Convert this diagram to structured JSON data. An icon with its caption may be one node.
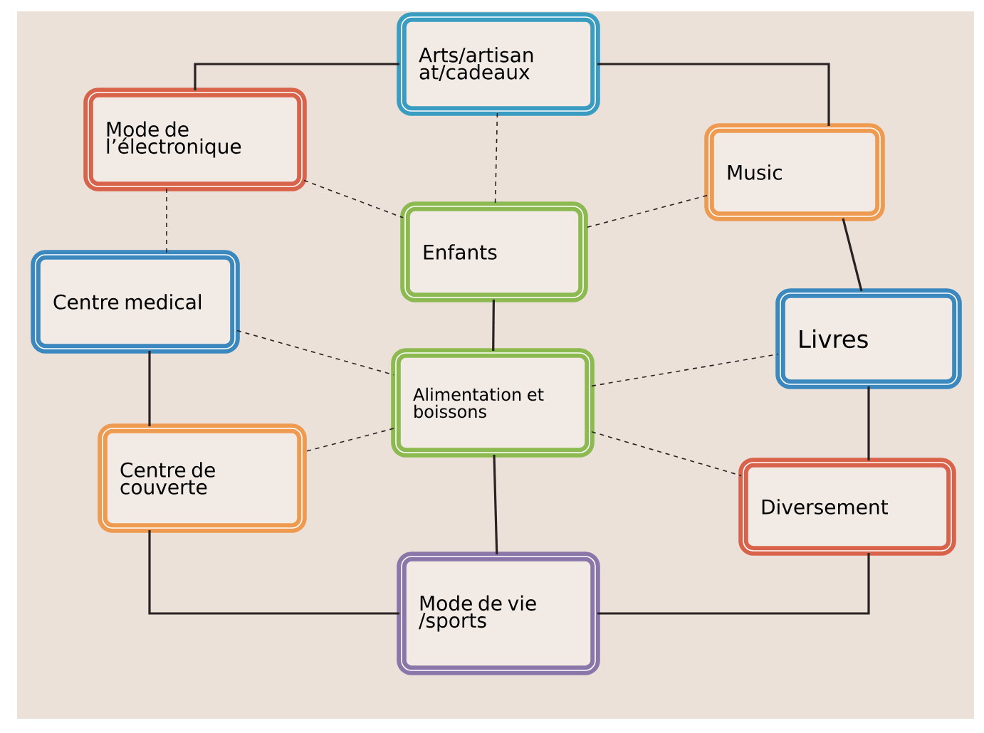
{
  "diagram": {
    "nodes": [
      {
        "text": [
          "Arts/artisan at/cadeaux"
        ]
      },
      {
        "text": [
          "Mode de l’électronique"
        ]
      },
      {
        "text": [
          "Music"
        ]
      },
      {
        "text": [
          "Enfants"
        ]
      },
      {
        "text": [
          "Centre medical"
        ]
      },
      {
        "text": [
          "Livres"
        ]
      },
      {
        "text": [
          "Alimentation et boissons"
        ]
      },
      {
        "text": [
          "Centre de couverte"
        ]
      },
      {
        "text": [
          "Diversement"
        ]
      },
      {
        "text": [
          "Mode de vie /sports"
        ]
      }
    ],
    "edges": [
      {
        "from": 0,
        "to": 1,
        "arrow": "none"
      },
      {
        "from": 0,
        "to": 2,
        "arrow": "none"
      },
      {
        "from": 0,
        "to": 3,
        "arrow": "none",
        "style": "dashed"
      },
      {
        "from": 1,
        "to": 3,
        "arrow": "none",
        "style": "dashed"
      },
      {
        "from": 1,
        "to": 4,
        "arrow": "none",
        "style": "dashed"
      },
      {
        "from": 2,
        "to": 3,
        "arrow": "none",
        "style": "dashed"
      },
      {
        "from": 2,
        "to": 5,
        "arrow": "none"
      },
      {
        "from": 3,
        "to": 6,
        "arrow": "none"
      },
      {
        "from": 4,
        "to": 6,
        "arrow": "none",
        "style": "dashed"
      },
      {
        "from": 4,
        "to": 7,
        "arrow": "none"
      },
      {
        "from": 6,
        "to": 5,
        "arrow": "none",
        "style": "dashed"
      },
      {
        "from": 6,
        "to": 7,
        "arrow": "none",
        "style": "dashed"
      },
      {
        "from": 6,
        "to": 8,
        "arrow": "none",
        "style": "dashed"
      },
      {
        "from": 5,
        "to": 8,
        "arrow": "none"
      },
      {
        "from": 6,
        "to": 9,
        "arrow": "none"
      },
      {
        "from": 7,
        "to": 9,
        "arrow": "none"
      },
      {
        "from": 8,
        "to": 9,
        "arrow": "none"
      }
    ]
  }
}
